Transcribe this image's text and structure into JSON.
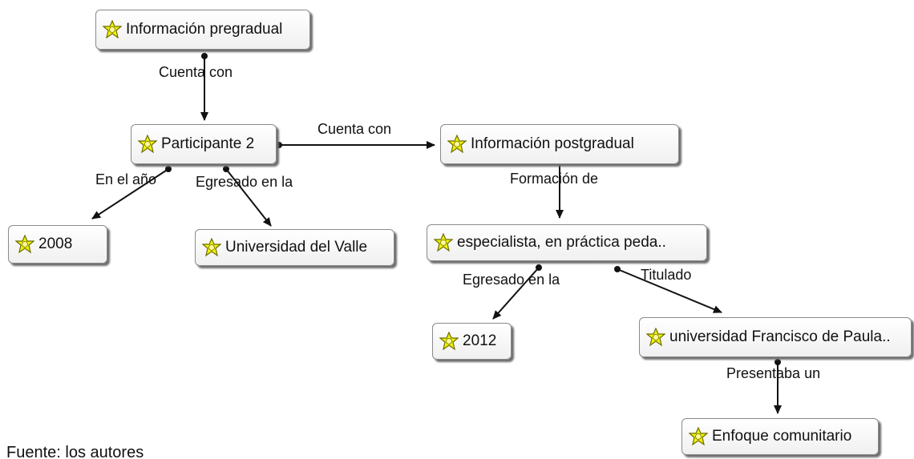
{
  "nodes": {
    "informacion_pregradual": "Información pregradual",
    "participante_2": "Participante 2",
    "informacion_postgradual": "Información postgradual",
    "anio_2008": "2008",
    "universidad_del_valle": "Universidad del Valle",
    "especialista": "especialista, en práctica peda..",
    "anio_2012": "2012",
    "universidad_francisco": "universidad Francisco de Paula..",
    "enfoque_comunitario": "Enfoque comunitario"
  },
  "edge_labels": {
    "cuenta_con_1": "Cuenta con",
    "cuenta_con_2": "Cuenta con",
    "en_el_anio": "En el año",
    "egresado_en_la_1": "Egresado en la",
    "formacion_de": "Formación de",
    "egresado_en_la_2": "Egresado en la",
    "titulado": "Titulado",
    "presentaba_un": "Presentaba un"
  },
  "caption": "Fuente: los autores",
  "icon": "yellow-star-node-icon",
  "colors": {
    "icon_fill": "#f2f20a",
    "icon_stroke": "#6e6e00"
  }
}
